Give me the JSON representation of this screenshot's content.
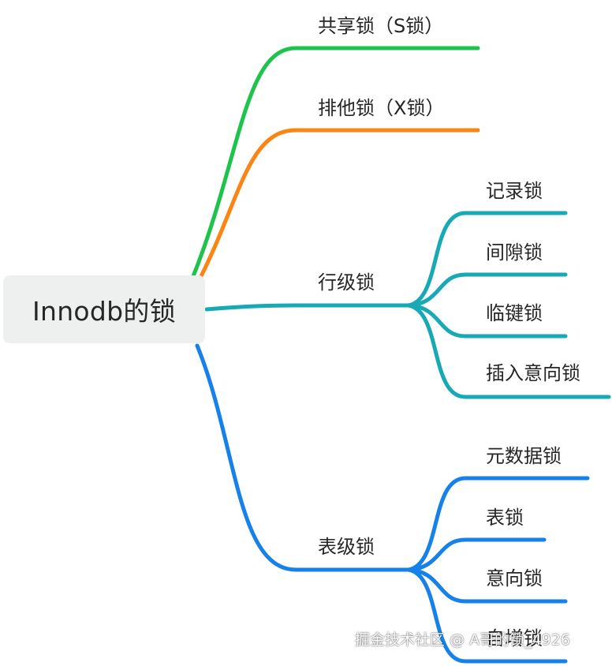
{
  "root": {
    "label": "Innodb的锁"
  },
  "colors": {
    "green": "#1ec34c",
    "orange": "#fa8513",
    "teal": "#17a9b5",
    "blue": "#1781ea"
  },
  "branches": {
    "shared": {
      "label": "共享锁（S锁）"
    },
    "exclusive": {
      "label": "排他锁（X锁）"
    },
    "row": {
      "label": "行级锁",
      "children": [
        "记录锁",
        "间隙锁",
        "临键锁",
        "插入意向锁"
      ]
    },
    "table": {
      "label": "表级锁",
      "children": [
        "元数据锁",
        "表锁",
        "意向锁",
        "自增锁"
      ]
    }
  },
  "watermark": "掘金技术社区 @ A哥的锁_4926"
}
